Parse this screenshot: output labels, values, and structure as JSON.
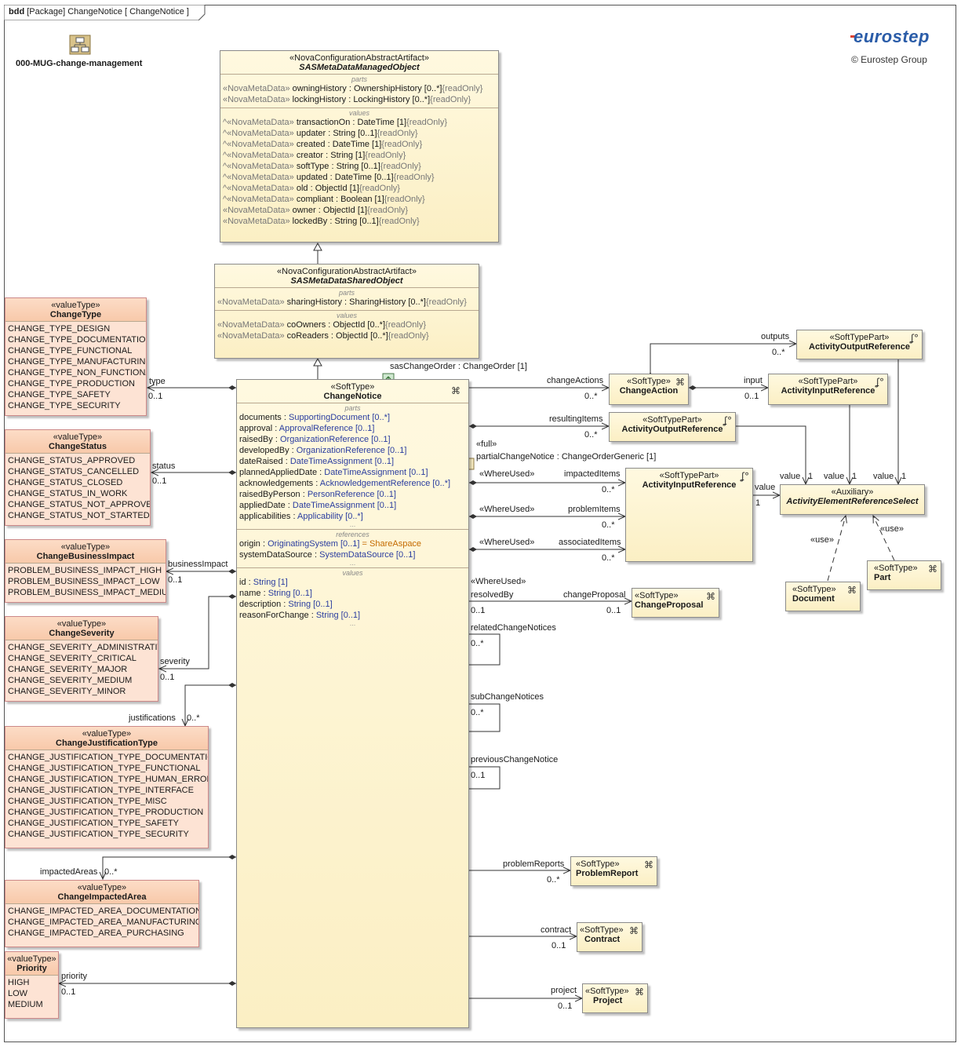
{
  "frame": {
    "kind": "bdd",
    "scope": "[Package]",
    "name": "ChangeNotice [ ChangeNotice ]"
  },
  "logo": {
    "text": "eurostep",
    "copyright": "© Eurostep Group"
  },
  "package": {
    "name": "000-MUG-change-management"
  },
  "managed": {
    "stereotype": "«NovaConfigurationAbstractArtifact»",
    "name": "SASMetaDataManagedObject",
    "parts_label": "parts",
    "parts": [
      {
        "pre": "«NovaMetaData»",
        "name": "owningHistory",
        "type": "OwnershipHistory [0..*]",
        "mod": "{readOnly}"
      },
      {
        "pre": "«NovaMetaData»",
        "name": "lockingHistory",
        "type": "LockingHistory [0..*]",
        "mod": "{readOnly}"
      }
    ],
    "values_label": "values",
    "values": [
      {
        "pre": "^«NovaMetaData»",
        "name": "transactionOn",
        "type": "DateTime [1]",
        "mod": "{readOnly}"
      },
      {
        "pre": "^«NovaMetaData»",
        "name": "updater",
        "type": "String [0..1]",
        "mod": "{readOnly}"
      },
      {
        "pre": "^«NovaMetaData»",
        "name": "created",
        "type": "DateTime [1]",
        "mod": "{readOnly}"
      },
      {
        "pre": "^«NovaMetaData»",
        "name": "creator",
        "type": "String [1]",
        "mod": "{readOnly}"
      },
      {
        "pre": "^«NovaMetaData»",
        "name": "softType",
        "type": "String [0..1]",
        "mod": "{readOnly}"
      },
      {
        "pre": "^«NovaMetaData»",
        "name": "updated",
        "type": "DateTime [0..1]",
        "mod": "{readOnly}"
      },
      {
        "pre": "^«NovaMetaData»",
        "name": "old",
        "type": "ObjectId [1]",
        "mod": "{readOnly}"
      },
      {
        "pre": "^«NovaMetaData»",
        "name": "compliant",
        "type": "Boolean [1]",
        "mod": "{readOnly}"
      },
      {
        "pre": "«NovaMetaData»",
        "name": "owner",
        "type": "ObjectId [1]",
        "mod": "{readOnly}"
      },
      {
        "pre": "«NovaMetaData»",
        "name": "lockedBy",
        "type": "String [0..1]",
        "mod": "{readOnly}"
      }
    ]
  },
  "shared": {
    "stereotype": "«NovaConfigurationAbstractArtifact»",
    "name": "SASMetaDataSharedObject",
    "parts_label": "parts",
    "parts": [
      {
        "pre": "«NovaMetaData»",
        "name": "sharingHistory",
        "type": "SharingHistory [0..*]",
        "mod": "{readOnly}"
      }
    ],
    "values_label": "values",
    "values": [
      {
        "pre": "«NovaMetaData»",
        "name": "coOwners",
        "type": "ObjectId [0..*]",
        "mod": "{readOnly}"
      },
      {
        "pre": "«NovaMetaData»",
        "name": "coReaders",
        "type": "ObjectId [0..*]",
        "mod": "{readOnly}"
      }
    ]
  },
  "notice": {
    "stereotype": "«SoftType»",
    "name": "ChangeNotice",
    "parts_label": "parts",
    "parts": [
      {
        "name": "documents",
        "type": "SupportingDocument [0..*]"
      },
      {
        "name": "approval",
        "type": "ApprovalReference [0..1]"
      },
      {
        "name": "raisedBy",
        "type": "OrganizationReference [0..1]"
      },
      {
        "name": "developedBy",
        "type": "OrganizationReference [0..1]"
      },
      {
        "name": "dateRaised",
        "type": "DateTimeAssignment [0..1]"
      },
      {
        "name": "plannedAppliedDate",
        "type": "DateTimeAssignment [0..1]"
      },
      {
        "name": "acknowledgements",
        "type": "AcknowledgementReference [0..*]"
      },
      {
        "name": "raisedByPerson",
        "type": "PersonReference [0..1]"
      },
      {
        "name": "appliedDate",
        "type": "DateTimeAssignment [0..1]"
      },
      {
        "name": "applicabilities",
        "type": "Applicability [0..*]"
      }
    ],
    "refs_label": "references",
    "refs": [
      {
        "name": "origin",
        "type": "OriginatingSystem [0..1]",
        "extra": " = ShareAspace"
      },
      {
        "name": "systemDataSource",
        "type": "SystemDataSource [0..1]",
        "extra": ""
      }
    ],
    "values_label": "values",
    "values": [
      {
        "name": "id",
        "type": "String [1]"
      },
      {
        "name": "name",
        "type": "String [0..1]"
      },
      {
        "name": "description",
        "type": "String [0..1]"
      },
      {
        "name": "reasonForChange",
        "type": "String [0..1]"
      }
    ]
  },
  "valuetypes": {
    "changeType": {
      "stereotype": "«valueType»",
      "name": "ChangeType",
      "literals": [
        "CHANGE_TYPE_DESIGN",
        "CHANGE_TYPE_DOCUMENTATION",
        "CHANGE_TYPE_FUNCTIONAL",
        "CHANGE_TYPE_MANUFACTURING",
        "CHANGE_TYPE_NON_FUNCTIONAL",
        "CHANGE_TYPE_PRODUCTION",
        "CHANGE_TYPE_SAFETY",
        "CHANGE_TYPE_SECURITY"
      ]
    },
    "changeStatus": {
      "stereotype": "«valueType»",
      "name": "ChangeStatus",
      "literals": [
        "CHANGE_STATUS_APPROVED",
        "CHANGE_STATUS_CANCELLED",
        "CHANGE_STATUS_CLOSED",
        "CHANGE_STATUS_IN_WORK",
        "CHANGE_STATUS_NOT_APPROVED",
        "CHANGE_STATUS_NOT_STARTED"
      ]
    },
    "businessImpact": {
      "stereotype": "«valueType»",
      "name": "ChangeBusinessImpact",
      "literals": [
        "PROBLEM_BUSINESS_IMPACT_HIGH",
        "PROBLEM_BUSINESS_IMPACT_LOW",
        "PROBLEM_BUSINESS_IMPACT_MEDIUM"
      ]
    },
    "severity": {
      "stereotype": "«valueType»",
      "name": "ChangeSeverity",
      "literals": [
        "CHANGE_SEVERITY_ADMINISTRATIVE",
        "CHANGE_SEVERITY_CRITICAL",
        "CHANGE_SEVERITY_MAJOR",
        "CHANGE_SEVERITY_MEDIUM",
        "CHANGE_SEVERITY_MINOR"
      ]
    },
    "justification": {
      "stereotype": "«valueType»",
      "name": "ChangeJustificationType",
      "literals": [
        "CHANGE_JUSTIFICATION_TYPE_DOCUMENTATION",
        "CHANGE_JUSTIFICATION_TYPE_FUNCTIONAL",
        "CHANGE_JUSTIFICATION_TYPE_HUMAN_ERROR",
        "CHANGE_JUSTIFICATION_TYPE_INTERFACE",
        "CHANGE_JUSTIFICATION_TYPE_MISC",
        "CHANGE_JUSTIFICATION_TYPE_PRODUCTION",
        "CHANGE_JUSTIFICATION_TYPE_SAFETY",
        "CHANGE_JUSTIFICATION_TYPE_SECURITY"
      ]
    },
    "impactedArea": {
      "stereotype": "«valueType»",
      "name": "ChangeImpactedArea",
      "literals": [
        "CHANGE_IMPACTED_AREA_DOCUMENTATION",
        "CHANGE_IMPACTED_AREA_MANUFACTURING",
        "CHANGE_IMPACTED_AREA_PURCHASING"
      ]
    },
    "priority": {
      "stereotype": "«valueType»",
      "name": "Priority",
      "literals": [
        "HIGH",
        "LOW",
        "MEDIUM"
      ]
    }
  },
  "small": {
    "outputRefTop": {
      "stereotype": "«SoftTypePart»",
      "name": "ActivityOutputReference"
    },
    "changeAction": {
      "stereotype": "«SoftType»",
      "name": "ChangeAction"
    },
    "inputRefTop": {
      "stereotype": "«SoftTypePart»",
      "name": "ActivityInputReference"
    },
    "outputRef2": {
      "stereotype": "«SoftTypePart»",
      "name": "ActivityOutputReference"
    },
    "inputRefBig": {
      "stereotype": "«SoftTypePart»",
      "name": "ActivityInputReference"
    },
    "auxiliary": {
      "stereotype": "«Auxiliary»",
      "name": "ActivityElementReferenceSelect"
    },
    "document": {
      "stereotype": "«SoftType»",
      "name": "Document"
    },
    "part": {
      "stereotype": "«SoftType»",
      "name": "Part"
    },
    "changeProposal": {
      "stereotype": "«SoftType»",
      "name": "ChangeProposal"
    },
    "problemReport": {
      "stereotype": "«SoftType»",
      "name": "ProblemReport"
    },
    "contract": {
      "stereotype": "«SoftType»",
      "name": "Contract"
    },
    "project": {
      "stereotype": "«SoftType»",
      "name": "Project"
    }
  },
  "labels": {
    "sasChangeOrder": "sasChangeOrder : ChangeOrder [1]",
    "full": "«full»",
    "partialChangeNotice": "partialChangeNotice : ChangeOrderGeneric [1]",
    "type": "type",
    "type_m": "0..1",
    "status": "status",
    "status_m": "0..1",
    "businessImpact": "businessImpact",
    "businessImpact_m": "0..1",
    "severity": "severity",
    "severity_m": "0..1",
    "justifications": "justifications",
    "justifications_m": "0..*",
    "impactedAreas": "impactedAreas",
    "impactedAreas_m": "0..*",
    "priority": "priority",
    "priority_m": "0..1",
    "outputs": "outputs",
    "outputs_m": "0..*",
    "changeActions": "changeActions",
    "changeActions_m": "0..*",
    "input": "input",
    "input_m": "0..1",
    "resultingItems": "resultingItems",
    "resultingItems_m": "0..*",
    "whereUsed1": "«WhereUsed»",
    "impactedItems": "impactedItems",
    "impactedItems_m": "0..*",
    "whereUsed2": "«WhereUsed»",
    "problemItems": "problemItems",
    "problemItems_m": "0..*",
    "whereUsed3": "«WhereUsed»",
    "associatedItems": "associatedItems",
    "associatedItems_m": "0..*",
    "value_in": "value",
    "value_in_m": "1",
    "value1": "value",
    "value1_m": "1",
    "value2": "value",
    "value2_m": "1",
    "value3": "value",
    "value3_m": "1",
    "use1": "«use»",
    "use2": "«use»",
    "whereUsed4": "«WhereUsed»",
    "resolvedBy": "resolvedBy",
    "resolvedBy_m": "0..1",
    "changeProposal": "changeProposal",
    "changeProposal_m": "0..1",
    "relatedChangeNotices": "relatedChangeNotices",
    "related_m": "0..*",
    "subChangeNotices": "subChangeNotices",
    "sub_m": "0..*",
    "previousChangeNotice": "previousChangeNotice",
    "previous_m": "0..1",
    "problemReports": "problemReports",
    "problemReports_m": "0..*",
    "contract": "contract",
    "contract_m": "0..1",
    "project": "project",
    "project_m": "0..1"
  }
}
